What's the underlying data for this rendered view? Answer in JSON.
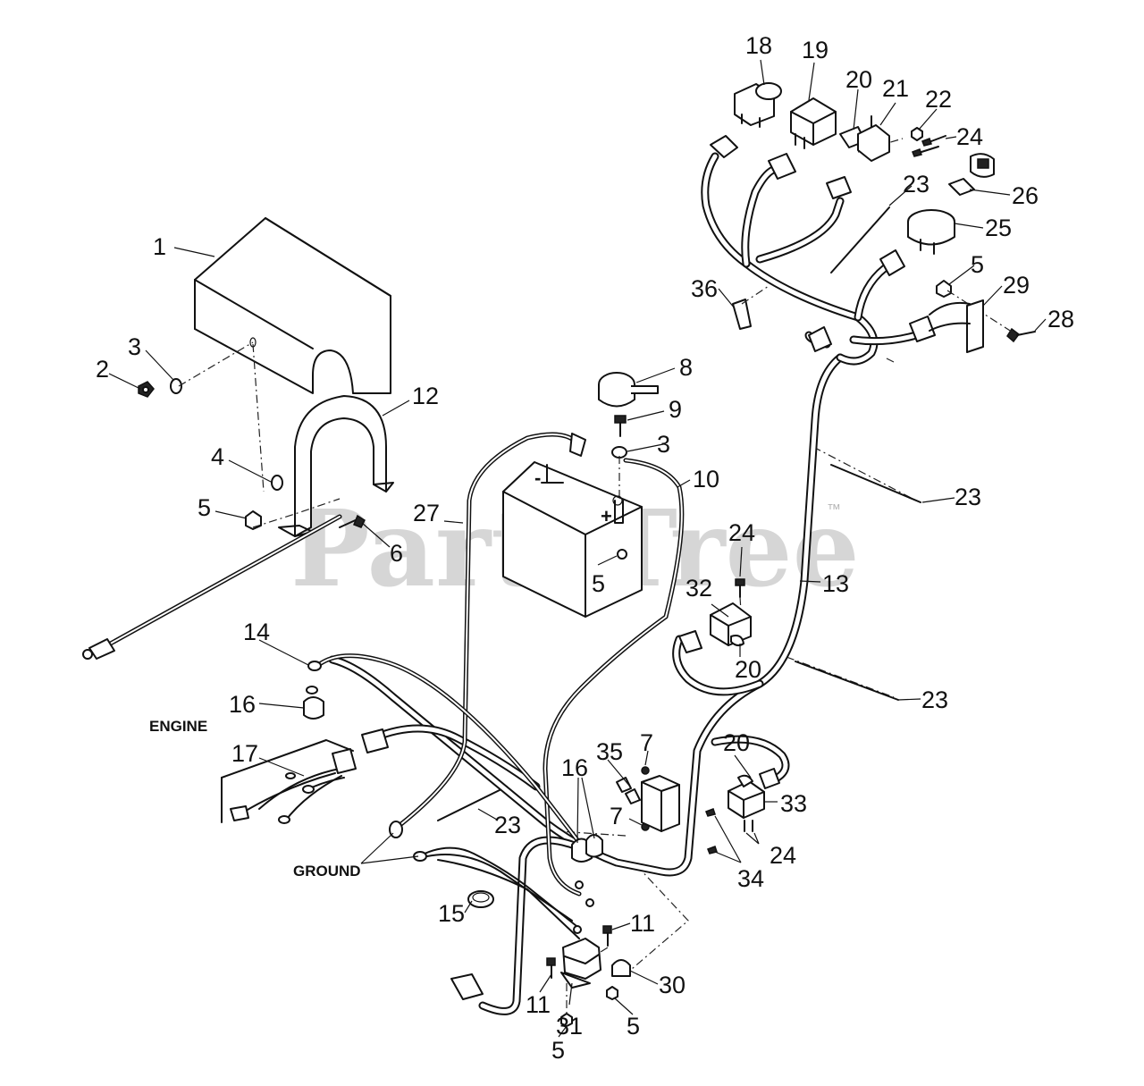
{
  "watermark": {
    "text": "PartsTree",
    "trademark": "™"
  },
  "labels": {
    "engine": "ENGINE",
    "ground": "GROUND",
    "battery_negative": "-",
    "battery_positive": "+"
  },
  "callouts": [
    {
      "id": "c1",
      "text": "1"
    },
    {
      "id": "c2",
      "text": "2"
    },
    {
      "id": "c3a",
      "text": "3"
    },
    {
      "id": "c3b",
      "text": "3"
    },
    {
      "id": "c4",
      "text": "4"
    },
    {
      "id": "c5a",
      "text": "5"
    },
    {
      "id": "c5b",
      "text": "5"
    },
    {
      "id": "c5c",
      "text": "5"
    },
    {
      "id": "c5d",
      "text": "5"
    },
    {
      "id": "c5e",
      "text": "5"
    },
    {
      "id": "c6",
      "text": "6"
    },
    {
      "id": "c7a",
      "text": "7"
    },
    {
      "id": "c7b",
      "text": "7"
    },
    {
      "id": "c8",
      "text": "8"
    },
    {
      "id": "c9",
      "text": "9"
    },
    {
      "id": "c10",
      "text": "10"
    },
    {
      "id": "c11a",
      "text": "11"
    },
    {
      "id": "c11b",
      "text": "11"
    },
    {
      "id": "c12",
      "text": "12"
    },
    {
      "id": "c13",
      "text": "13"
    },
    {
      "id": "c14",
      "text": "14"
    },
    {
      "id": "c15",
      "text": "15"
    },
    {
      "id": "c16a",
      "text": "16"
    },
    {
      "id": "c16b",
      "text": "16"
    },
    {
      "id": "c17",
      "text": "17"
    },
    {
      "id": "c18",
      "text": "18"
    },
    {
      "id": "c19",
      "text": "19"
    },
    {
      "id": "c20a",
      "text": "20"
    },
    {
      "id": "c20b",
      "text": "20"
    },
    {
      "id": "c20c",
      "text": "20"
    },
    {
      "id": "c21",
      "text": "21"
    },
    {
      "id": "c22",
      "text": "22"
    },
    {
      "id": "c23a",
      "text": "23"
    },
    {
      "id": "c23b",
      "text": "23"
    },
    {
      "id": "c23c",
      "text": "23"
    },
    {
      "id": "c23d",
      "text": "23"
    },
    {
      "id": "c24a",
      "text": "24"
    },
    {
      "id": "c24b",
      "text": "24"
    },
    {
      "id": "c24c",
      "text": "24"
    },
    {
      "id": "c25",
      "text": "25"
    },
    {
      "id": "c26",
      "text": "26"
    },
    {
      "id": "c27",
      "text": "27"
    },
    {
      "id": "c28",
      "text": "28"
    },
    {
      "id": "c29",
      "text": "29"
    },
    {
      "id": "c30",
      "text": "30"
    },
    {
      "id": "c31",
      "text": "31"
    },
    {
      "id": "c32",
      "text": "32"
    },
    {
      "id": "c33",
      "text": "33"
    },
    {
      "id": "c34",
      "text": "34"
    },
    {
      "id": "c35",
      "text": "35"
    },
    {
      "id": "c36",
      "text": "36"
    }
  ]
}
